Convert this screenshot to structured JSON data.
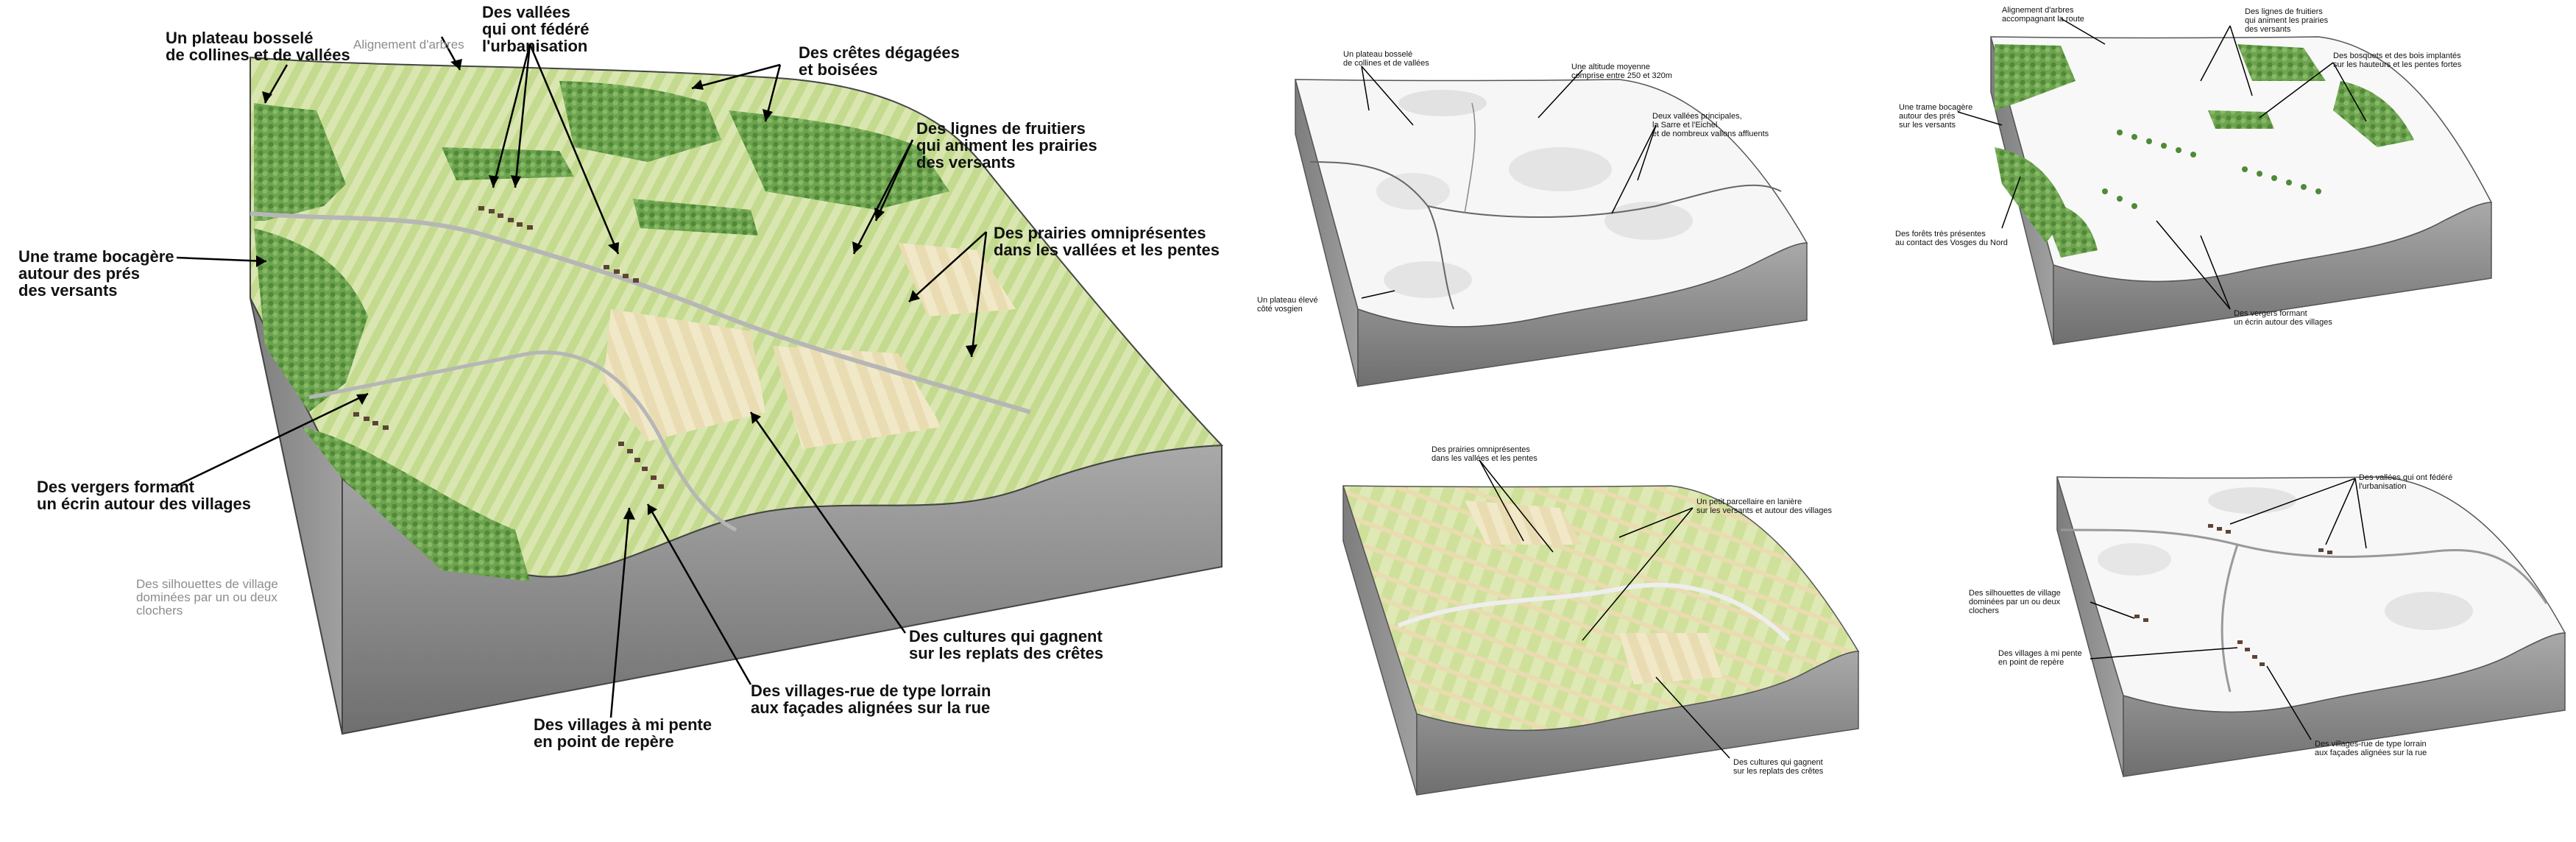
{
  "main": {
    "labels": [
      "Un plateau bosselé\nde collines et de vallées",
      "Alignement d'arbres",
      "Des vallées\nqui ont fédéré\nl'urbanisation",
      "Des crêtes dégagées\net boisées",
      "Des lignes de fruitiers\nqui animent les prairies\ndes versants",
      "Des prairies omniprésentes\ndans les vallées et les pentes",
      "Une trame bocagère\nautour des prés\ndes versants",
      "Des vergers formant\nun écrin autour des villages",
      "Des silhouettes de village\ndominées par un ou deux\nclochers",
      "Des cultures qui gagnent\nsur les replats des crêtes",
      "Des villages-rue de type lorrain\naux façades alignées sur la rue",
      "Des villages à mi pente\nen point de repère"
    ]
  },
  "relief": {
    "labels": [
      "Un plateau bosselé\nde collines et de vallées",
      "Une altitude moyenne\ncomprise entre 250 et 320m",
      "Deux vallées principales,\nla Sarre et l'Eichel\net de nombreux vallons affluents",
      "Un plateau élevé\ncôté vosgien"
    ]
  },
  "vegetation": {
    "labels": [
      "Alignement d'arbres\naccompagnant la route",
      "Des lignes de fruitiers\nqui animent les prairies\ndes versants",
      "Des bosquets et des bois implantés\nsur les hauteurs et les pentes fortes",
      "Une trame bocagère\nautour des prés\nsur les versants",
      "Des forêts très présentes\nau contact des Vosges du Nord",
      "Des vergers formant\nun écrin autour des villages"
    ]
  },
  "agriculture": {
    "labels": [
      "Des prairies omniprésentes\ndans les vallées et les pentes",
      "Un petit parcellaire en lanière\nsur les versants et autour des villages",
      "Des cultures qui gagnent\nsur les replats des crêtes"
    ]
  },
  "urban": {
    "labels": [
      "Des vallées qui ont fédéré\nl'urbanisation",
      "Des silhouettes de village\ndominées par un ou deux\nclochers",
      "Des villages à mi pente\nen point de repère",
      "Des villages-rue de type lorrain\naux façades alignées sur la rue"
    ]
  },
  "colors": {
    "forest": "#5f9a45",
    "meadow": "#c9de9a",
    "crop": "#e6d7a8",
    "soil_side": "#8f8f8f",
    "terrain_white": "#f7f7f7"
  }
}
